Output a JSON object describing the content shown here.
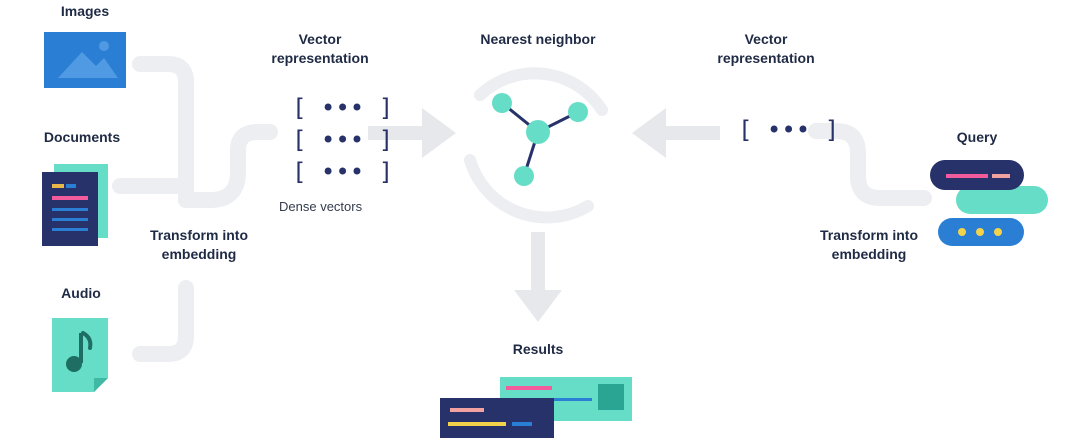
{
  "sources": {
    "images_label": "Images",
    "documents_label": "Documents",
    "audio_label": "Audio"
  },
  "left_embedding": {
    "label_line1": "Transform into",
    "label_line2": "embedding"
  },
  "left_vectors": {
    "title_line1": "Vector",
    "title_line2": "representation",
    "rows": [
      "[ ••• ]",
      "[ ••• ]",
      "[ ••• ]"
    ],
    "caption": "Dense vectors"
  },
  "center": {
    "title": "Nearest neighbor"
  },
  "right_vectors": {
    "title_line1": "Vector",
    "title_line2": "representation",
    "row": "[ ••• ]"
  },
  "query": {
    "label": "Query"
  },
  "right_embedding": {
    "label_line1": "Transform into",
    "label_line2": "embedding"
  },
  "results": {
    "label": "Results"
  },
  "icons": {
    "images": "image-icon",
    "documents": "document-icon",
    "audio": "audio-file-icon",
    "neighbor": "network-graph-icon",
    "query": "query-bubbles-icon",
    "results": "result-cards-icon"
  },
  "colors": {
    "navy": "#27326a",
    "blue": "#2a7fd4",
    "teal": "#66ddc6",
    "pink": "#f25c9c",
    "gray_arrow": "#e6e8ec",
    "gray_flow": "#eceef2"
  }
}
